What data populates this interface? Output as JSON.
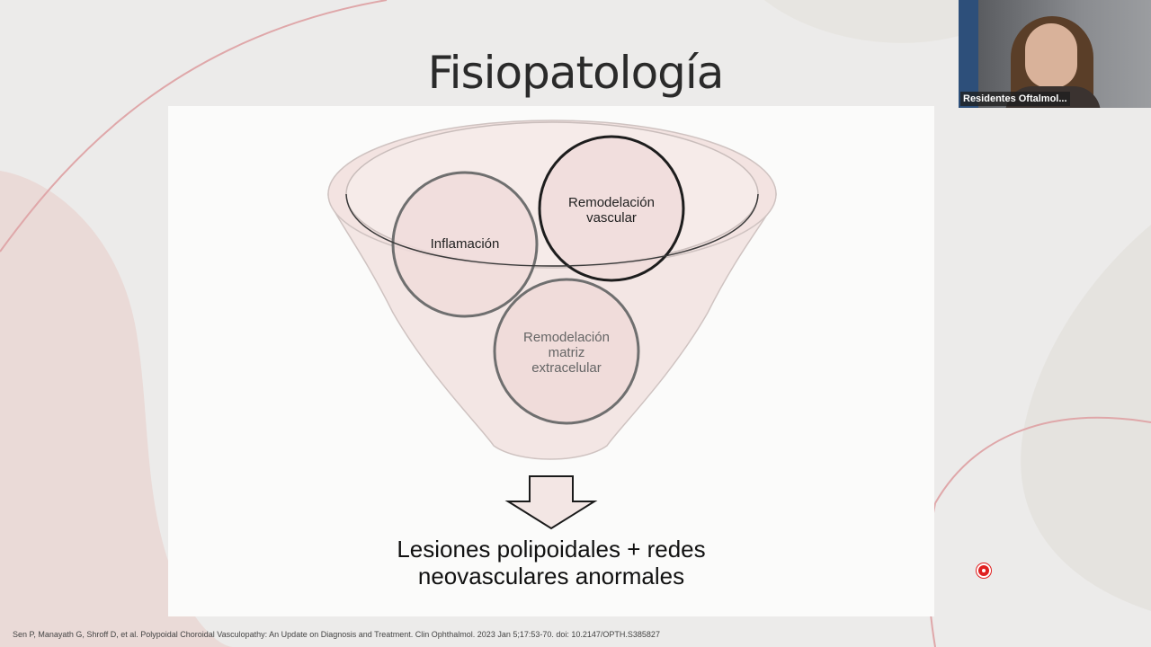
{
  "slide": {
    "title": "Fisiopatología",
    "circles": {
      "inflamacion": "Inflamación",
      "remodelacion_vascular_line1": "Remodelación",
      "remodelacion_vascular_line2": "vascular",
      "remodelacion_matriz_line1": "Remodelación",
      "remodelacion_matriz_line2": "matriz",
      "remodelacion_matriz_line3": "extracelular"
    },
    "result_line1": "Lesiones polipoidales + redes",
    "result_line2": "neovasculares anormales",
    "citation": "Sen P, Manayath G, Shroff D, et al. Polypoidal Choroidal Vasculopathy: An Update on Diagnosis and Treatment. Clin Ophthalmol. 2023 Jan 5;17:53-70. doi: 10.2147/OPTH.S385827"
  },
  "video": {
    "participant_name": "Residentes Oftalmol..."
  },
  "colors": {
    "accent_line": "#e3a8aa",
    "circle_fill": "#f0dcda",
    "funnel_fill": "#f3e6e4"
  },
  "icons": {
    "pointer": "laser-pointer-icon"
  }
}
